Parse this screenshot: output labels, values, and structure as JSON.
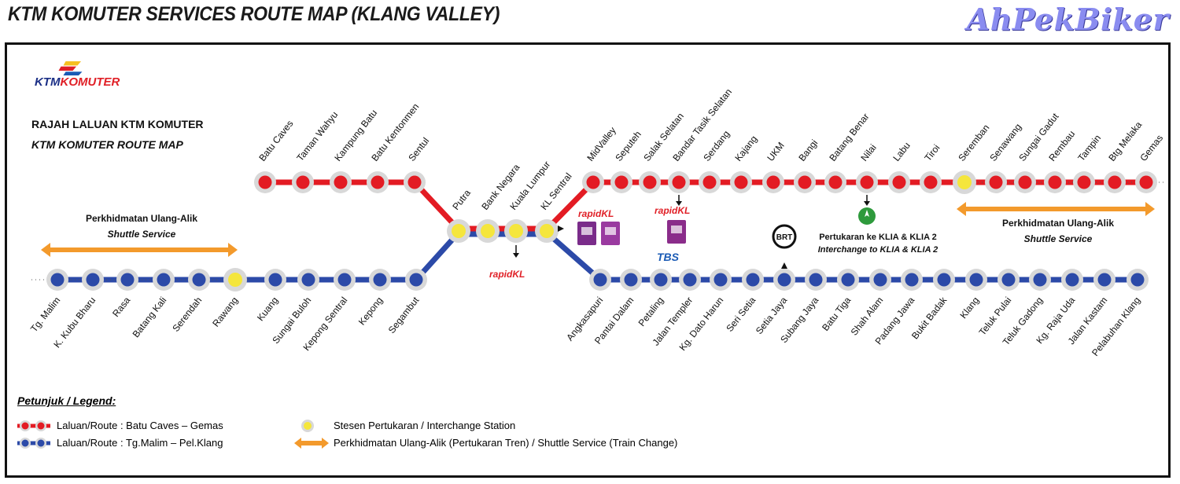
{
  "header": {
    "title": "KTM KOMUTER SERVICES ROUTE MAP (KLANG VALLEY)",
    "watermark": "AhPekBiker"
  },
  "logo": {
    "part1": "KTM",
    "part2": "KOMUTER"
  },
  "map_heading": {
    "malay": "RAJAH LALUAN KTM KOMUTER",
    "english": "KTM KOMUTER ROUTE MAP"
  },
  "colors": {
    "red_line": "#e31b23",
    "blue_line": "#2c4aa8",
    "interchange": "#f5e63c",
    "shuttle_arrow": "#f39a2c",
    "station_halo": "#d8d8d8"
  },
  "lines": {
    "red_west": [
      "Batu Caves",
      "Taman Wahyu",
      "Kampung Batu",
      "Batu Kentonmen",
      "Sentul"
    ],
    "shared": [
      "Putra",
      "Bank Negara",
      "Kuala Lumpur",
      "KL Sentral"
    ],
    "red_east": [
      "MidValley",
      "Seputeh",
      "Salak Selatan",
      "Bandar Tasik Selatan",
      "Serdang",
      "Kajang",
      "UKM",
      "Bangi",
      "Batang Benar",
      "Nilai",
      "Labu",
      "Tiroi",
      "Seremban",
      "Senawang",
      "Sungai Gadut",
      "Rembau",
      "Tampin",
      "Btg Melaka",
      "Gemas"
    ],
    "blue_west": [
      "Tg. Malim",
      "K. Kubu Bharu",
      "Rasa",
      "Batang Kali",
      "Serendah",
      "Rawang",
      "Kuang",
      "Sungai Buloh",
      "Kepong Sentral",
      "Kepong",
      "Segambut"
    ],
    "blue_east": [
      "Angkasapuri",
      "Pantai Dalam",
      "Petaling",
      "Jalan Templer",
      "Kg. Dato Harun",
      "Seri Setia",
      "Setia Jaya",
      "Subang Jaya",
      "Batu Tiga",
      "Shah Alam",
      "Padang Jawa",
      "Bukit Badak",
      "Klang",
      "Teluk Pulai",
      "Teluk Gadong",
      "Kg. Raja Uda",
      "Jalan Kastam",
      "Pelabuhan Klang"
    ]
  },
  "shuttle_west": {
    "malay": "Perkhidmatan Ulang-Alik",
    "english": "Shuttle Service"
  },
  "shuttle_east": {
    "malay": "Perkhidmatan Ulang-Alik",
    "english": "Shuttle Service"
  },
  "klia_note": {
    "malay": "Pertukaran ke KLIA & KLIA 2",
    "english": "Interchange to KLIA & KLIA 2"
  },
  "connectors": {
    "rapid_kl_1": "rapidKL",
    "rapid_kl_2": "rapidKL",
    "rapid_kl_3": "rapidKL",
    "tbs": "TBS",
    "brt": "BRT"
  },
  "legend": {
    "title": "Petunjuk / Legend:",
    "red_route": "Laluan/Route : Batu Caves – Gemas",
    "blue_route": "Laluan/Route : Tg.Malim – Pel.Klang",
    "interchange": "Stesen Pertukaran / Interchange Station",
    "shuttle": "Perkhidmatan Ulang-Alik (Pertukaran Tren) / Shuttle Service (Train Change)"
  }
}
